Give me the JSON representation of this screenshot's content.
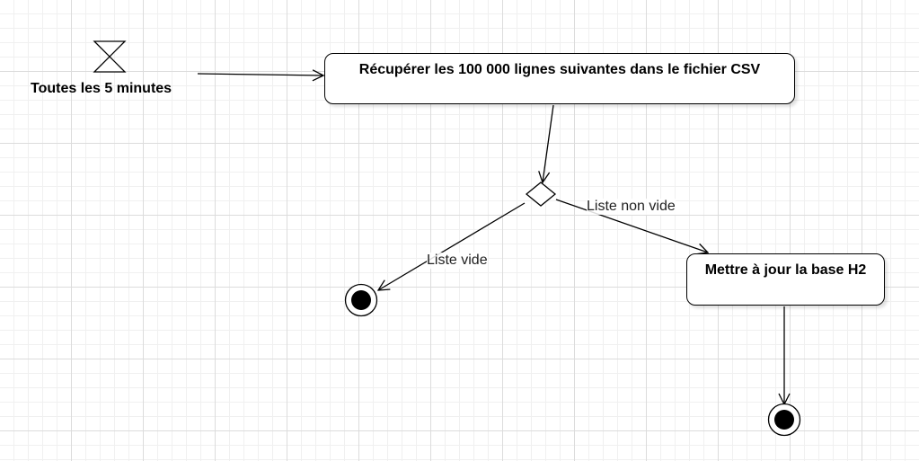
{
  "diagram": {
    "timer_event": {
      "label": "Toutes les 5 minutes",
      "icon": "hourglass-icon"
    },
    "actions": {
      "fetch": "Récupérer les 100 000 lignes suivantes dans le fichier CSV",
      "update": "Mettre à jour la base H2"
    },
    "guards": {
      "non_empty": "Liste non vide",
      "empty": "Liste vide"
    },
    "colors": {
      "stroke": "#000000",
      "grid_major": "#dcdcdc",
      "grid_minor": "#f0f0f0",
      "fill": "#ffffff"
    }
  }
}
